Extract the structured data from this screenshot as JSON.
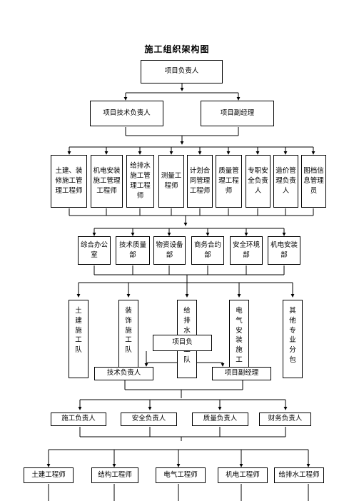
{
  "title": "施工组织架构图",
  "nodes": {
    "project_manager": "项目负责人",
    "tech_lead": "项目技术负责人",
    "deputy_manager": "项目副经理",
    "engineers": [
      "土建、装修施工管理工程师",
      "机电安装施工管理工程师",
      "给排水施工管理工程师",
      "测量工程师",
      "计划合同管理工程师",
      "质量管理工程师",
      "专职安全负责人",
      "造价管理负责人",
      "图档信息管理员"
    ],
    "departments": [
      "综合办公室",
      "技术质量部",
      "物资设备部",
      "商务合约部",
      "安全环境部",
      "机电安装部"
    ],
    "teams": [
      "土建施工队",
      "装饰施工队",
      "给排水施工队",
      "电气安装施工",
      "其他专业分包"
    ],
    "overlay_manager": "项目负",
    "team_tech_lead": "技术负责人",
    "team_deputy": "项目副经理",
    "sub_leads": [
      "施工负责人",
      "安全负责人",
      "质量负责人",
      "财务负责人"
    ],
    "sub_engineers": [
      "土建工程师",
      "结构工程师",
      "电气工程师",
      "机电工程师",
      "给排水工程师"
    ]
  }
}
